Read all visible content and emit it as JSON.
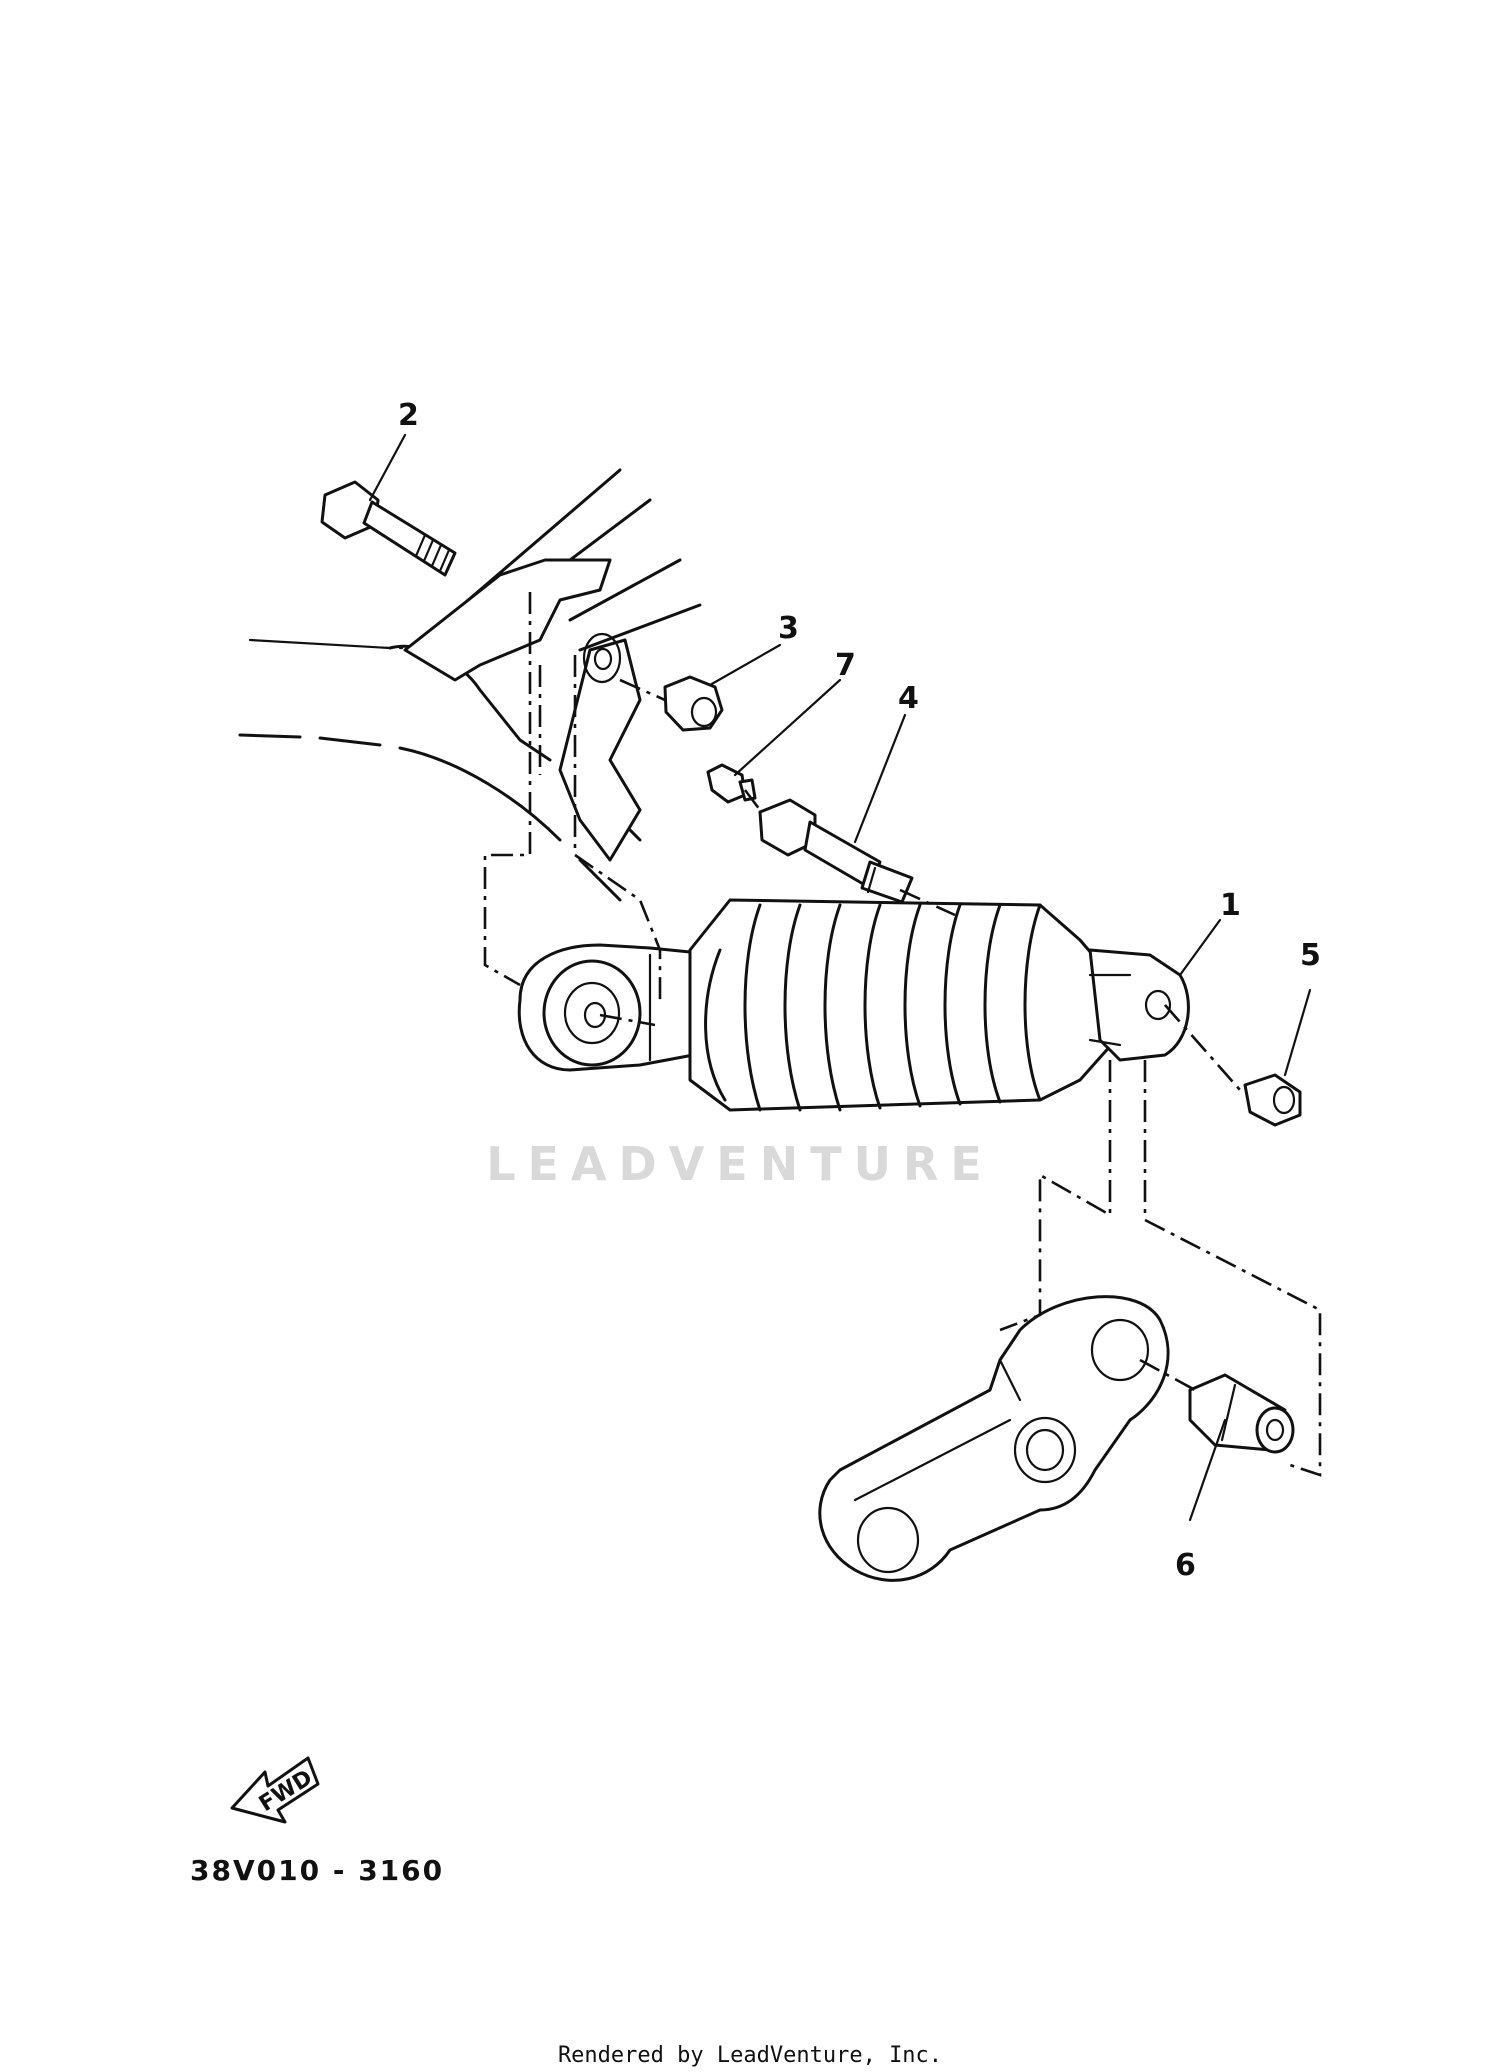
{
  "callouts": [
    {
      "id": "1",
      "label": "1"
    },
    {
      "id": "2",
      "label": "2"
    },
    {
      "id": "3",
      "label": "3"
    },
    {
      "id": "4",
      "label": "4"
    },
    {
      "id": "5",
      "label": "5"
    },
    {
      "id": "6",
      "label": "6"
    },
    {
      "id": "7",
      "label": "7"
    }
  ],
  "fwd_label": "FWD",
  "diagram_code": "38V010 - 3160",
  "watermark": "LEADVENTURE",
  "credit": "Rendered by LeadVenture, Inc."
}
